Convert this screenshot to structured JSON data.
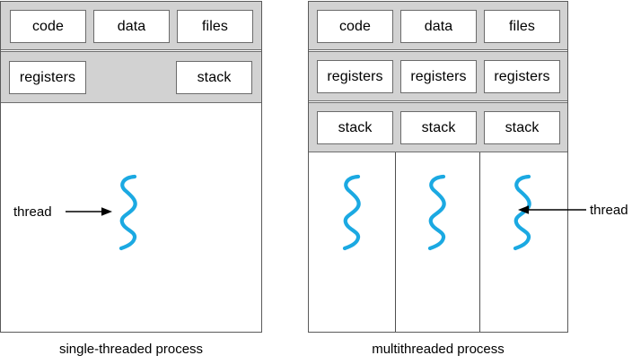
{
  "figure": {
    "title_single": "single-threaded process",
    "title_multi": "multithreaded process",
    "accent_color": "#1ba9e2",
    "band_color": "#d2d2d2",
    "border_color": "#5a5a5a"
  },
  "single_process": {
    "resource_row": [
      {
        "label": "code"
      },
      {
        "label": "data"
      },
      {
        "label": "files"
      }
    ],
    "thread_row": [
      {
        "label": "registers"
      },
      {
        "label": "stack"
      }
    ],
    "threads": [
      {
        "name": "thread-squiggle-1"
      }
    ],
    "annotation": {
      "label": "thread",
      "direction": "right"
    }
  },
  "multi_process": {
    "resource_row": [
      {
        "label": "code"
      },
      {
        "label": "data"
      },
      {
        "label": "files"
      }
    ],
    "registers_row": [
      {
        "label": "registers"
      },
      {
        "label": "registers"
      },
      {
        "label": "registers"
      }
    ],
    "stack_row": [
      {
        "label": "stack"
      },
      {
        "label": "stack"
      },
      {
        "label": "stack"
      }
    ],
    "threads": [
      {
        "name": "thread-squiggle-1"
      },
      {
        "name": "thread-squiggle-2"
      },
      {
        "name": "thread-squiggle-3"
      }
    ],
    "annotation": {
      "label": "thread",
      "direction": "left"
    }
  }
}
